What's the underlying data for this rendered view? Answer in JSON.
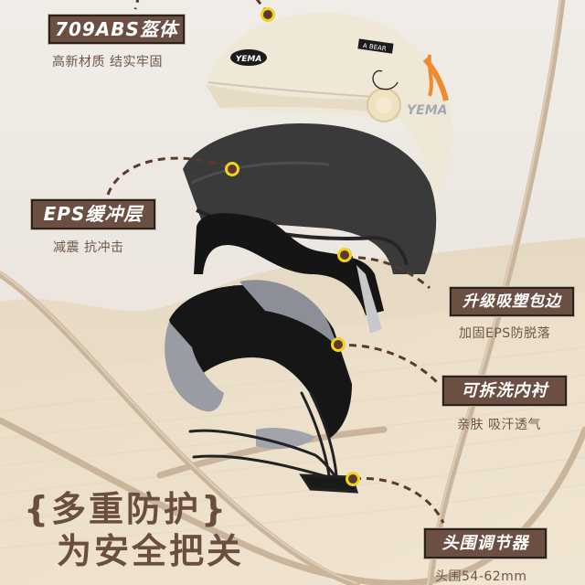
{
  "callouts": [
    {
      "id": "shell",
      "title": "709ABS盔体",
      "subtitle": "高新材质 结实牢固"
    },
    {
      "id": "eps",
      "title": "EPS缓冲层",
      "subtitle": "减震 抗冲击"
    },
    {
      "id": "edge",
      "title": "升级吸塑包边",
      "subtitle": "加固EPS防脱落"
    },
    {
      "id": "liner",
      "title": "可拆洗内衬",
      "subtitle": "亲肤 吸汗透气"
    },
    {
      "id": "adjuster",
      "title": "头围调节器",
      "subtitle": "头围54-62mm"
    }
  ],
  "slogan": {
    "line1": "{多重防护}",
    "line2": "为安全把关"
  },
  "helmet": {
    "brand_badge": "YEMA",
    "sticker": "A BEAR",
    "side_text": "YEMA"
  },
  "colors": {
    "label_bg": "#6b4f42",
    "label_border": "#2c221c",
    "label_text": "#ffffff",
    "subtitle_text": "#6d5648",
    "dot_fill": "#5b3a29",
    "dot_ring": "#f2d21a",
    "helmet_shell": "#efe8d6",
    "eps_foam": "#3a3a3a",
    "accent_orange": "#f08a30"
  }
}
